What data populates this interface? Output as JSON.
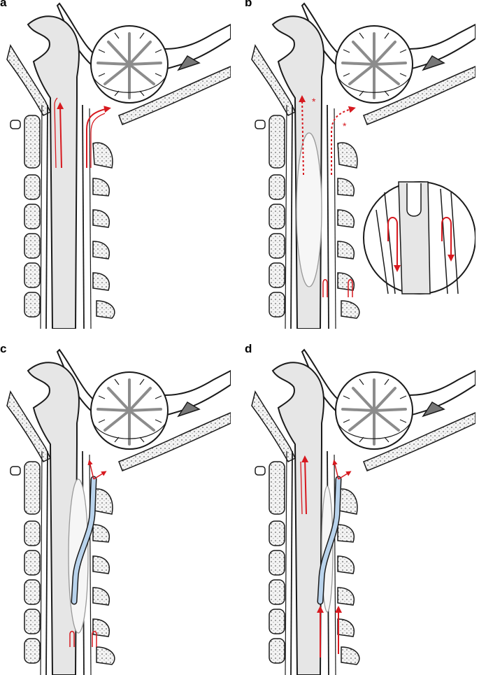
{
  "panels": [
    {
      "label": "a"
    },
    {
      "label": "b"
    },
    {
      "label": "c"
    },
    {
      "label": "d"
    }
  ],
  "colors": {
    "tissue": "#e6e6e6",
    "outline": "#1a1a1a",
    "csf_flow": "#d7191f",
    "shunt": "#b9d3ec",
    "bone_texture": "#9a9a9a",
    "cerebellum_folia": "#8c8c8c",
    "background": "#ffffff"
  },
  "icons": {
    "flow_arrow": "red-flow-arrow-icon",
    "block_marker": "red-x-block-icon",
    "magnifier_inset": "magnified-inset-icon"
  }
}
